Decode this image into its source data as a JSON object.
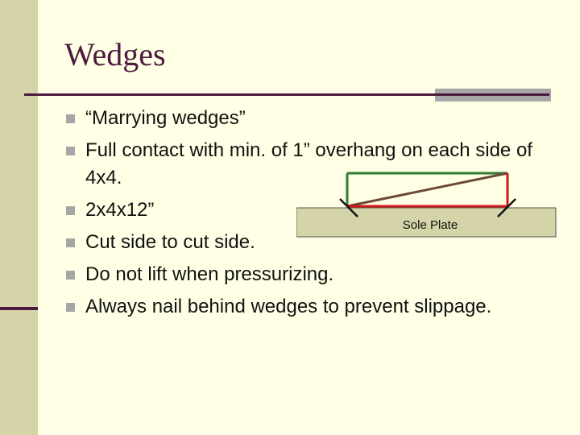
{
  "slide": {
    "title": "Wedges",
    "bullets": [
      "“Marrying wedges”",
      "Full contact with min. of 1” overhang on each side of 4x4.",
      "2x4x12”",
      "Cut side to cut side.",
      "Do not lift when pressurizing.",
      "Always nail behind wedges to prevent slippage."
    ]
  },
  "diagram": {
    "sole_plate_label": "Sole Plate"
  },
  "colors": {
    "background": "#ffffe5",
    "title": "#4d1a3f",
    "accent_gray": "#a6a6a6",
    "wedge_top": "#2e7d32",
    "wedge_diagonal": "#6b4a3a",
    "wedge_bottom_right": "#d01818"
  }
}
